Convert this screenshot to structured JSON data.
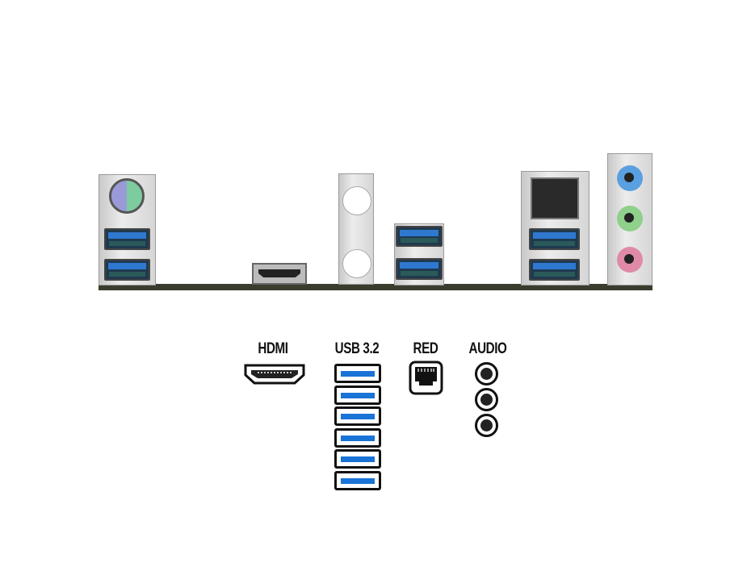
{
  "io_panel": {
    "ports": [
      "ps2-combo",
      "usb",
      "usb",
      "hdmi",
      "usb",
      "usb",
      "rj45-lan",
      "usb",
      "usb",
      "audio-line-in",
      "audio-line-out",
      "audio-mic"
    ],
    "colors": {
      "usb_blue": "#2f78d0",
      "audio_blue": "#5aa0e0",
      "audio_green": "#8fd08a",
      "audio_pink": "#e08aa8",
      "pcb": "#3a3d2e"
    }
  },
  "legend": {
    "hdmi_label": "HDMI",
    "usb_label": "USB 3.2",
    "usb_count": 6,
    "lan_label": "RED",
    "audio_label": "AUDIO",
    "audio_count": 3
  }
}
